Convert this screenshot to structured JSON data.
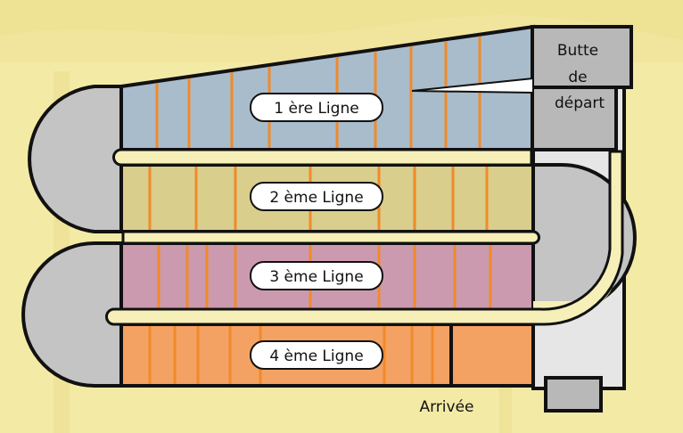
{
  "colors": {
    "background": "#f3eaa6",
    "row1": "#a9bccc",
    "row2": "#d9ce8c",
    "row3": "#cc9aae",
    "row4": "#f4a263",
    "lanes": "#f08a2a",
    "turns": "#c4c4c4",
    "corridor": "#e6e6e6",
    "start_box": "#b8b8b8",
    "connector": "#f6f0b8",
    "outline": "#111111"
  },
  "lines": [
    {
      "label": "1 ère Ligne"
    },
    {
      "label": "2 ème Ligne"
    },
    {
      "label": "3 ème Ligne"
    },
    {
      "label": "4 ème Ligne"
    }
  ],
  "start": {
    "line1": "Butte",
    "line2": "de",
    "line3": "départ"
  },
  "finish": {
    "label": "Arrivée"
  }
}
